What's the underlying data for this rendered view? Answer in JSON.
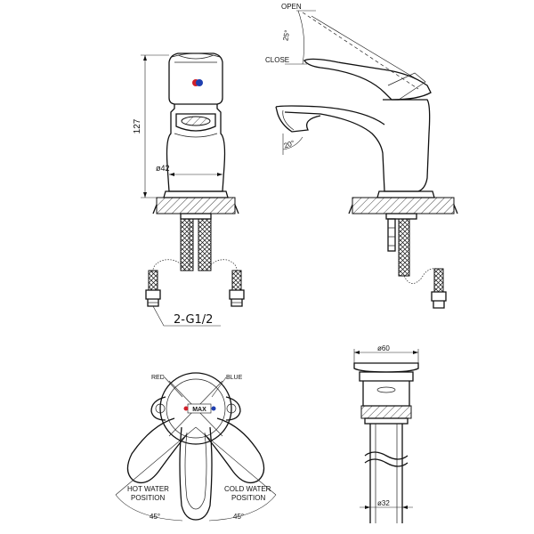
{
  "labels": {
    "open": "OPEN",
    "close": "CLOSE",
    "angle_25": "25°",
    "angle_20": "20°",
    "height_127": "127",
    "dia_42": "ø42",
    "thread": "2-G1/2",
    "red": "RED",
    "blue": "BLUE",
    "max": "MAX",
    "hot_line1": "HOT WATER",
    "hot_line2": "POSITION",
    "cold_line1": "COLD WATER",
    "cold_line2": "POSITION",
    "angle_45_left": "45°",
    "angle_45_right": "45°",
    "dia_60": "ø60",
    "dia_32": "ø32"
  },
  "colors": {
    "hot_indicator": "#d0202a",
    "cold_indicator": "#1f3fb0",
    "line": "#111111"
  }
}
